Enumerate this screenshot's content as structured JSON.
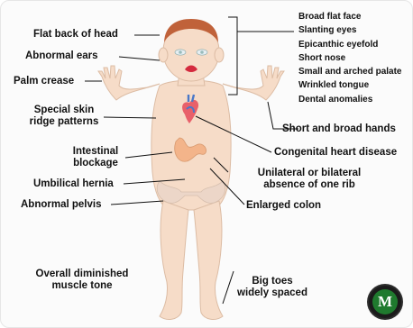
{
  "labels": {
    "flat_back_of_head": "Flat back of head",
    "abnormal_ears": "Abnormal ears",
    "palm_crease": "Palm crease",
    "special_skin_1": "Special skin",
    "special_skin_2": "ridge patterns",
    "intestinal_1": "Intestinal",
    "intestinal_2": "blockage",
    "umbilical_hernia": "Umbilical hernia",
    "abnormal_pelvis": "Abnormal pelvis",
    "muscle_tone_1": "Overall diminished",
    "muscle_tone_2": "muscle tone",
    "big_toes_1": "Big toes",
    "big_toes_2": "widely spaced",
    "short_broad_hands": "Short and broad hands",
    "congenital_heart": "Congenital heart disease",
    "rib_1": "Unilateral or bilateral",
    "rib_2": "absence of one rib",
    "enlarged_colon": "Enlarged colon"
  },
  "face_features": [
    "Broad flat face",
    "Slanting eyes",
    "Epicanthic eyefold",
    "Short nose",
    "Small and arched palate",
    "Wrinkled tongue",
    "Dental anomalies"
  ],
  "logo": {
    "letter": "M"
  },
  "colors": {
    "skin": "#f6dcc8",
    "skin_outline": "#d8b8a0",
    "hair": "#c0623a",
    "line": "#111111",
    "logo_green": "#1f7a2e"
  }
}
